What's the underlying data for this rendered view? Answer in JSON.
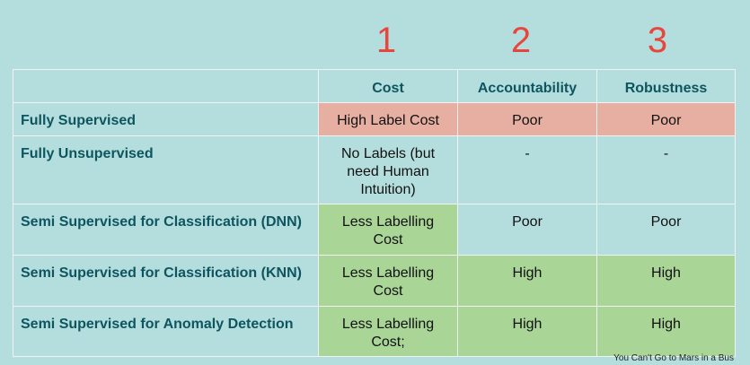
{
  "column_numbers": [
    "1",
    "2",
    "3"
  ],
  "columns": [
    "",
    "Cost",
    "Accountability",
    "Robustness"
  ],
  "rows": [
    {
      "label": "Fully Supervised",
      "cost": "High Label Cost",
      "accountability": "Poor",
      "robustness": "Poor"
    },
    {
      "label": "Fully Unsupervised",
      "cost": "No Labels (but need Human Intuition)",
      "accountability": "-",
      "robustness": "-"
    },
    {
      "label": "Semi Supervised for Classification (DNN)",
      "cost": "Less Labelling Cost",
      "accountability": "Poor",
      "robustness": "Poor"
    },
    {
      "label": "Semi Supervised for Classification (KNN)",
      "cost": "Less Labelling Cost",
      "accountability": "High",
      "robustness": "High"
    },
    {
      "label": "Semi Supervised for Anomaly Detection",
      "cost": "Less Labelling Cost;",
      "accountability": "High",
      "robustness": "High"
    }
  ],
  "highlight_colors": {
    "bad": "#e7afa1",
    "good": "#a9d596",
    "neutral": "#b4dedd"
  },
  "footer": "You Can't Go to Mars in a Bus"
}
